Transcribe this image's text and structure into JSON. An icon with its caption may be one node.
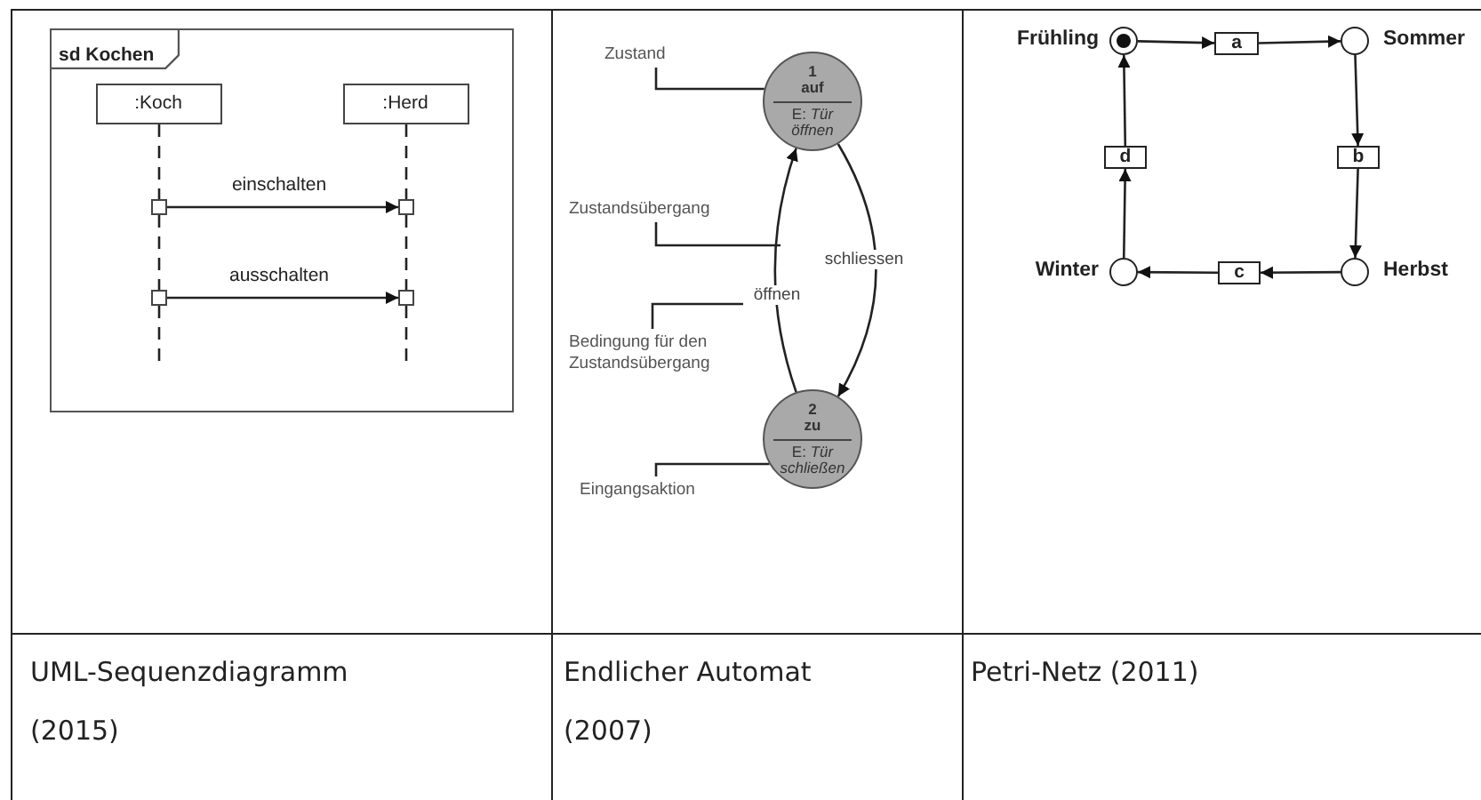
{
  "diagram": {
    "nodes": [
      {
        "text": [
          "sd Kochen"
        ]
      },
      {
        "text": [
          ":Koch"
        ],
        "in": 0
      },
      {
        "text": [
          ":Herd"
        ],
        "in": 0
      },
      {
        "text": [],
        "shape": "box",
        "in": 0
      },
      {
        "text": [],
        "shape": "box",
        "in": 0
      },
      {
        "text": [],
        "shape": "box",
        "in": 0
      },
      {
        "text": [],
        "shape": "box",
        "in": 0
      },
      {
        "text": [
          "1",
          "auf",
          "E: *Tür öffnen*"
        ]
      },
      {
        "text": [
          "2",
          "zu",
          "E: *Tür schließen*"
        ]
      },
      {
        "text": [
          "Zustand"
        ]
      },
      {
        "text": [
          "Zustandsübergang"
        ]
      },
      {
        "text": [
          "Bedingung für den Zustandsübergang"
        ]
      },
      {
        "text": [
          "Eingangsaktion"
        ]
      },
      {
        "text": [],
        "shape": "circle",
        "beside": [
          "Frühling"
        ]
      },
      {
        "text": [
          "a"
        ]
      },
      {
        "text": [],
        "shape": "circle",
        "beside": [
          "Sommer"
        ]
      },
      {
        "text": [
          "d"
        ]
      },
      {
        "text": [
          "b"
        ]
      },
      {
        "text": [],
        "shape": "circle",
        "beside": [
          "Winter"
        ]
      },
      {
        "text": [
          "c"
        ]
      },
      {
        "text": [],
        "shape": "circle",
        "beside": [
          "Herbst"
        ]
      }
    ],
    "edges": [
      {
        "from": 3,
        "to": 4,
        "arrow": "to",
        "label": "einschalten"
      },
      {
        "from": 5,
        "to": 6,
        "arrow": "to",
        "label": "ausschalten"
      },
      {
        "from": 1,
        "to": 3,
        "arrow": "none",
        "style": "dashed"
      },
      {
        "from": 2,
        "to": 4,
        "arrow": "none",
        "style": "dashed"
      },
      {
        "from": 3,
        "to": 5,
        "arrow": "none",
        "style": "dashed"
      },
      {
        "from": 4,
        "to": 6,
        "arrow": "none",
        "style": "dashed"
      },
      {
        "from": 5,
        "to": null,
        "arrow": "none",
        "style": "dashed"
      },
      {
        "from": 6,
        "to": null,
        "arrow": "none",
        "style": "dashed"
      },
      {
        "from": 8,
        "to": 7,
        "arrow": "to",
        "label": "öffnen"
      },
      {
        "from": 7,
        "to": 8,
        "arrow": "to",
        "label": "schliessen"
      },
      {
        "from": 9,
        "to": 7,
        "arrow": "none"
      },
      {
        "from": 10,
        "to": null,
        "arrow": "none"
      },
      {
        "from": 11,
        "to": null,
        "arrow": "none"
      },
      {
        "from": 12,
        "to": 8,
        "arrow": "none"
      },
      {
        "from": 13,
        "to": 14,
        "arrow": "to"
      },
      {
        "from": 14,
        "to": 15,
        "arrow": "to"
      },
      {
        "from": 15,
        "to": 17,
        "arrow": "to"
      },
      {
        "from": 17,
        "to": 20,
        "arrow": "to"
      },
      {
        "from": 20,
        "to": 19,
        "arrow": "to"
      },
      {
        "from": 19,
        "to": 18,
        "arrow": "to"
      },
      {
        "from": 18,
        "to": 16,
        "arrow": "to"
      },
      {
        "from": 16,
        "to": 13,
        "arrow": "to"
      }
    ],
    "labels": [
      "UML-Sequenzdiagramm (2015)",
      "Endlicher Automat (2007)",
      "Petri-Netz (2011)"
    ]
  }
}
